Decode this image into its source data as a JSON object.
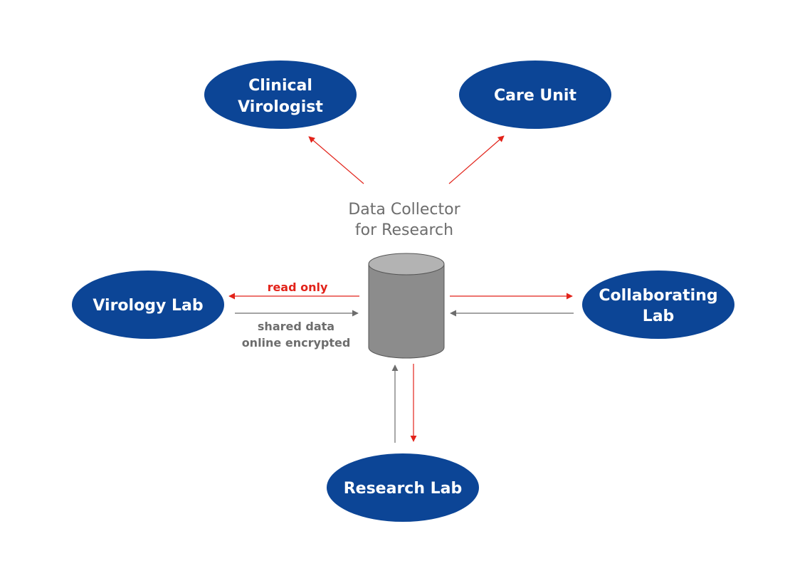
{
  "colors": {
    "node_fill": "#0c4596",
    "node_text": "#ffffff",
    "read_arrow": "#e2231a",
    "share_arrow": "#6d6d6d",
    "database_body": "#8c8c8c",
    "database_top": "#b3b3b3"
  },
  "center": {
    "title_line1": "Data Collector",
    "title_line2": "for Research",
    "icon": "database-cylinder-icon"
  },
  "nodes": {
    "clinical_virologist": {
      "line1": "Clinical",
      "line2": "Virologist"
    },
    "care_unit": {
      "label": "Care Unit"
    },
    "virology_lab": {
      "label": "Virology Lab"
    },
    "collaborating_lab": {
      "line1": "Collaborating",
      "line2": "Lab"
    },
    "research_lab": {
      "label": "Research Lab"
    }
  },
  "edge_labels": {
    "read_only": "read only",
    "shared_line1": "shared data",
    "shared_line2": "online encrypted"
  }
}
